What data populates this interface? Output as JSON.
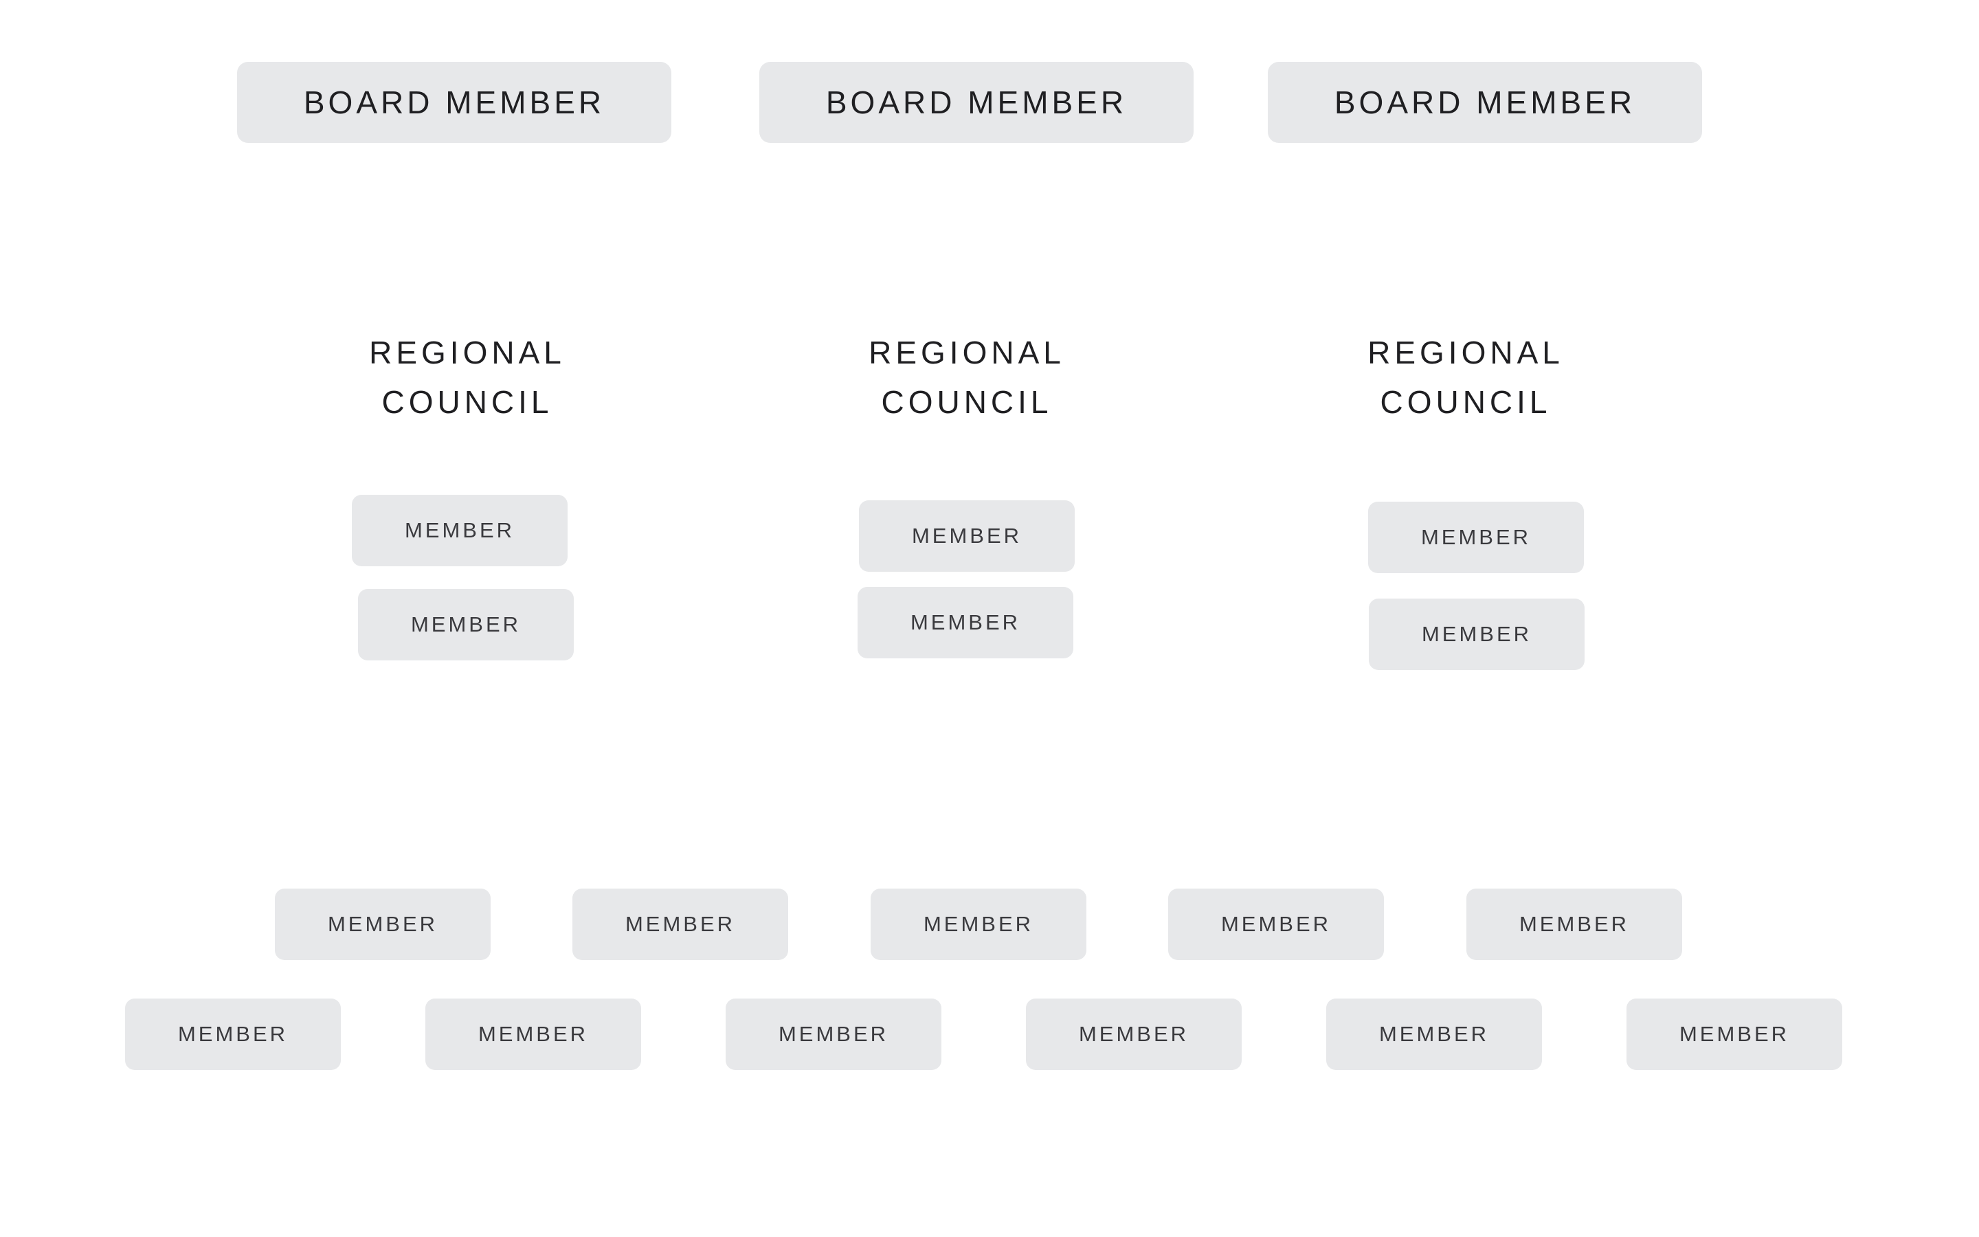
{
  "board": {
    "members": [
      {
        "label": "BOARD MEMBER"
      },
      {
        "label": "BOARD MEMBER"
      },
      {
        "label": "BOARD MEMBER"
      }
    ]
  },
  "councils": [
    {
      "line1": "REGIONAL",
      "line2": "COUNCIL",
      "members": [
        {
          "label": "MEMBER"
        },
        {
          "label": "MEMBER"
        }
      ]
    },
    {
      "line1": "REGIONAL",
      "line2": "COUNCIL",
      "members": [
        {
          "label": "MEMBER"
        },
        {
          "label": "MEMBER"
        }
      ]
    },
    {
      "line1": "REGIONAL",
      "line2": "COUNCIL",
      "members": [
        {
          "label": "MEMBER"
        },
        {
          "label": "MEMBER"
        }
      ]
    }
  ],
  "members_row1": [
    {
      "label": "MEMBER"
    },
    {
      "label": "MEMBER"
    },
    {
      "label": "MEMBER"
    },
    {
      "label": "MEMBER"
    },
    {
      "label": "MEMBER"
    }
  ],
  "members_row2": [
    {
      "label": "MEMBER"
    },
    {
      "label": "MEMBER"
    },
    {
      "label": "MEMBER"
    },
    {
      "label": "MEMBER"
    },
    {
      "label": "MEMBER"
    },
    {
      "label": "MEMBER"
    }
  ]
}
